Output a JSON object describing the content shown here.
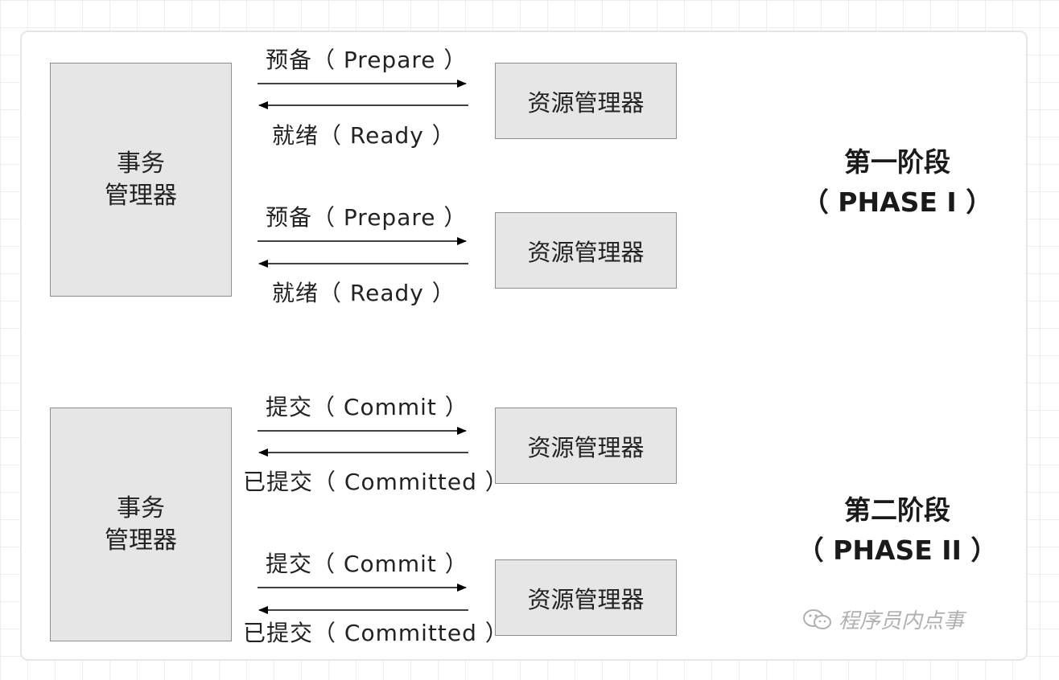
{
  "diagram": {
    "phase1": {
      "transaction_manager": [
        "事务",
        "管理器"
      ],
      "resource_managers": [
        {
          "label": "资源管理器",
          "request": "预备（ Prepare ）",
          "response": "就绪（ Ready ）"
        },
        {
          "label": "资源管理器",
          "request": "预备（ Prepare ）",
          "response": "就绪（ Ready ）"
        }
      ],
      "title_line1": "第一阶段",
      "title_line2": "（ PHASE I ）"
    },
    "phase2": {
      "transaction_manager": [
        "事务",
        "管理器"
      ],
      "resource_managers": [
        {
          "label": "资源管理器",
          "request": "提交（ Commit ）",
          "response": "已提交（ Committed ）"
        },
        {
          "label": "资源管理器",
          "request": "提交（ Commit ）",
          "response": "已提交（ Committed ）"
        }
      ],
      "title_line1": "第二阶段",
      "title_line2": "（ PHASE II ）"
    },
    "watermark": "程序员内点事"
  },
  "colors": {
    "box_fill": "#e6e6e6",
    "box_border": "#8e8e8e",
    "arrow": "#000000"
  }
}
